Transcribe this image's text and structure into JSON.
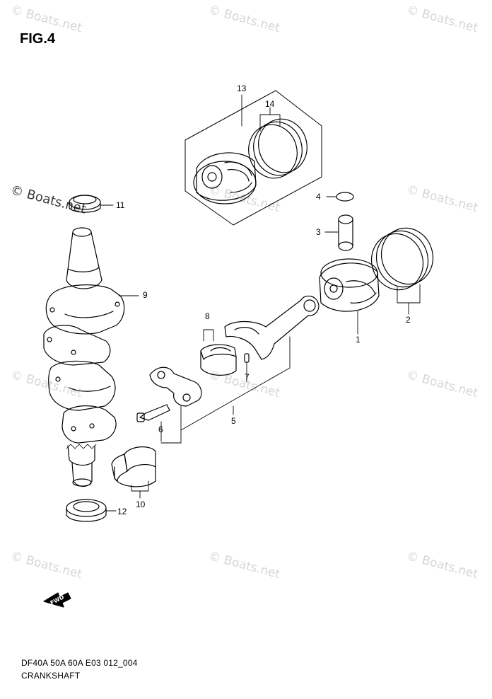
{
  "figure": {
    "title": "FIG.4"
  },
  "watermark": {
    "text": "© Boats.net",
    "prominent_text": "© Boats.net"
  },
  "callouts": [
    {
      "id": "c1",
      "label": "1"
    },
    {
      "id": "c2",
      "label": "2"
    },
    {
      "id": "c3",
      "label": "3"
    },
    {
      "id": "c4",
      "label": "4"
    },
    {
      "id": "c5",
      "label": "5"
    },
    {
      "id": "c6",
      "label": "6"
    },
    {
      "id": "c7",
      "label": "7"
    },
    {
      "id": "c8",
      "label": "8"
    },
    {
      "id": "c9",
      "label": "9"
    },
    {
      "id": "c10",
      "label": "10"
    },
    {
      "id": "c11",
      "label": "11"
    },
    {
      "id": "c12",
      "label": "12"
    },
    {
      "id": "c13",
      "label": "13"
    },
    {
      "id": "c14",
      "label": "14"
    }
  ],
  "fwd": {
    "label": "FWD"
  },
  "footer": {
    "model": "DF40A 50A 60A E03 012_004",
    "section": "CRANKSHAFT"
  },
  "colors": {
    "line": "#000000",
    "watermark": "#d6d6d6",
    "background": "#ffffff"
  }
}
